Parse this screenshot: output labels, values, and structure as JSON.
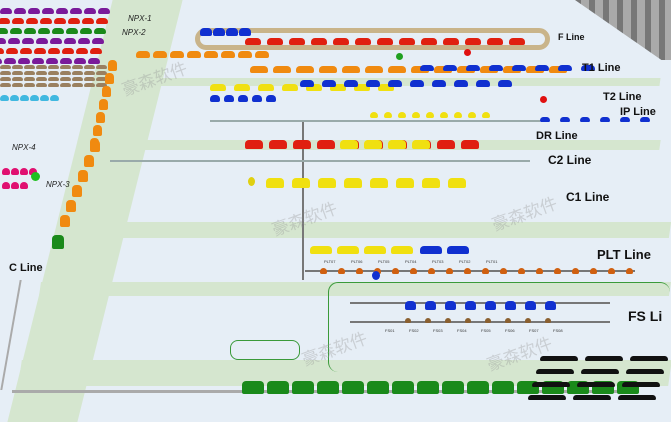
{
  "lines": {
    "f": "F Line",
    "t1": "T1 Line",
    "t2": "T2 Line",
    "ip": "IP Line",
    "dr": "DR Line",
    "c2": "C2 Line",
    "c1": "C1 Line",
    "plt": "PLT Line",
    "fs": "FS Li",
    "c": "C Line"
  },
  "npx": [
    "NPX-1",
    "NPX-2",
    "NPX-4",
    "NPX-3"
  ],
  "plt_stations": [
    "PLT07",
    "PLT06",
    "PLT05",
    "PLT04",
    "PLT03",
    "PLT02",
    "PLT01"
  ],
  "fs_stations": [
    "FS01",
    "FS02",
    "FS03",
    "FS04",
    "FS05",
    "FS06",
    "FS07",
    "FS08"
  ],
  "watermark": "豪森软件",
  "colors": {
    "ground": "#e6eef6",
    "band": "#d5e6cf",
    "red": "#e02010",
    "orange": "#f08a10",
    "blue": "#1030d0",
    "yellow": "#f0e010",
    "green": "#1a8a1a",
    "purple": "#7a1a9a"
  }
}
